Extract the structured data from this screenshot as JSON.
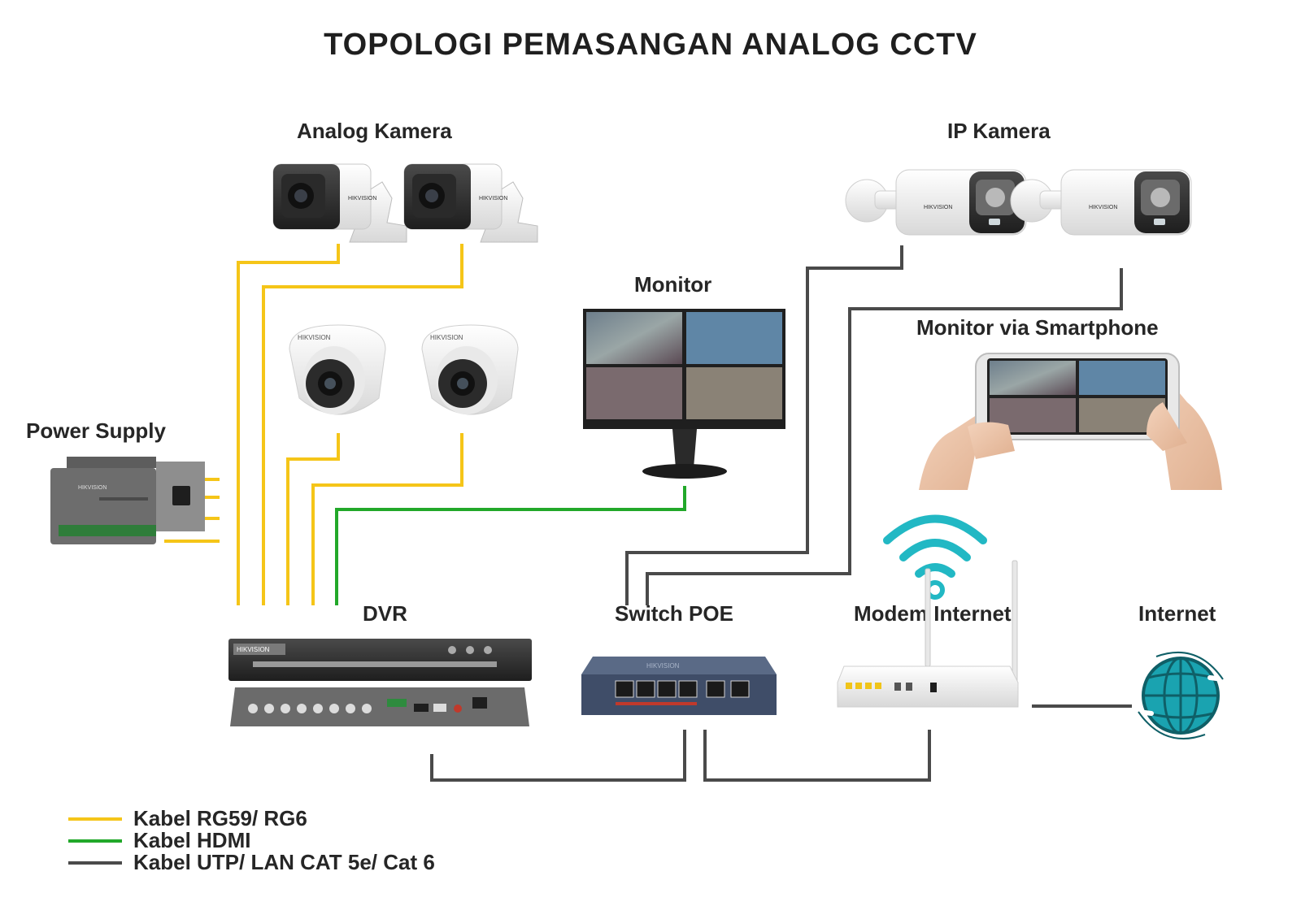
{
  "title": "TOPOLOGI PEMASANGAN ANALOG CCTV",
  "labels": {
    "analog_camera": "Analog Kamera",
    "ip_camera": "IP Kamera",
    "monitor": "Monitor",
    "monitor_smartphone": "Monitor via Smartphone",
    "power_supply": "Power Supply",
    "dvr": "DVR",
    "switch_poe": "Switch POE",
    "modem": "Modem Internet",
    "internet": "Internet"
  },
  "brand": "HIKVISION",
  "legend": [
    {
      "label": "Kabel RG59/ RG6",
      "color": "#f5c518"
    },
    {
      "label": "Kabel HDMI",
      "color": "#22a82a"
    },
    {
      "label": "Kabel UTP/ LAN CAT 5e/ Cat 6",
      "color": "#4a4a4a"
    }
  ],
  "colors": {
    "rg59": "#f5c518",
    "hdmi": "#22a82a",
    "utp": "#4a4a4a",
    "wifi": "#22b8c4",
    "globe": "#1aa3b0"
  },
  "icons": [
    "bullet-camera-icon",
    "dome-camera-icon",
    "ip-camera-icon",
    "monitor-icon",
    "smartphone-icon",
    "power-supply-icon",
    "dvr-icon",
    "poe-switch-icon",
    "wifi-icon",
    "router-icon",
    "globe-icon"
  ]
}
